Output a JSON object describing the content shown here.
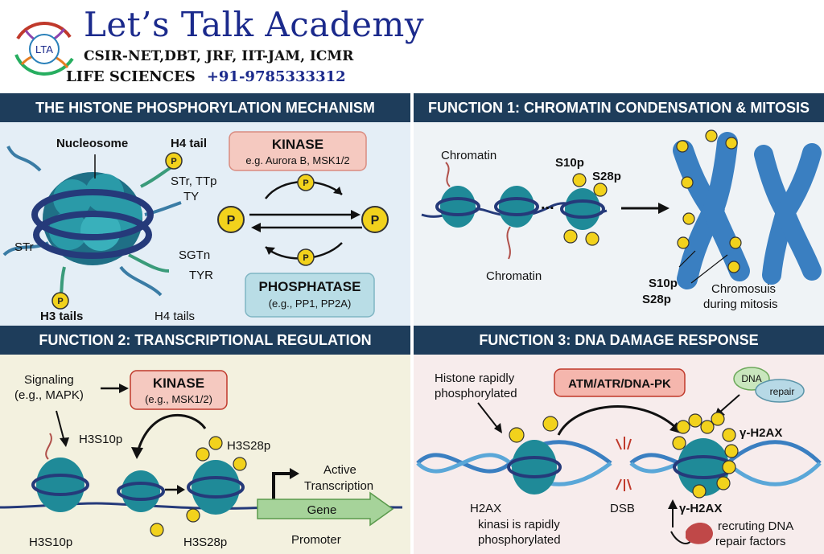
{
  "header": {
    "title": "Let’s Talk Academy",
    "subtitle": "CSIR-NET,DBT, JRF, IIT-JAM, ICMR",
    "line3": "LIFE SCIENCES",
    "phone": "+91-9785333312",
    "logo_text": "LTA"
  },
  "p1": {
    "title": "THE HISTONE PHOSPHORYLATION MECHANISM",
    "nucleosome": "Nucleosome",
    "h4_tail_top": "H4 tail",
    "str_ttp": "STr, TTp",
    "ty": "TY",
    "str": "STr",
    "sgtn": "SGTn",
    "tyr": "TYR",
    "h3_tails": "H3 tails",
    "h4_tails": "H4 tails",
    "kinase": "KINASE",
    "kinase_eg": "e.g. Aurora B, MSK1/2",
    "phosphatase": "PHOSPHATASE",
    "phosphatase_eg": "(e.g., PP1, PP2A)",
    "p": "P"
  },
  "p2": {
    "title": "FUNCTION 1: CHROMATIN CONDENSATION & MITOSIS",
    "chromatin_top": "Chromatin",
    "chromatin_bottom": "Chromatin",
    "dots": "...",
    "s10p": "S10p",
    "s28p": "S28p",
    "s10p_b": "S10p",
    "s28p_b": "S28p",
    "chromosome_1": "Chromosuis",
    "chromosome_2": "during mitosis"
  },
  "p3": {
    "title": "FUNCTION 2: TRANSCRIPTIONAL REGULATION",
    "signaling_1": "Signaling",
    "signaling_2": "(e.g., MAPK)",
    "kinase": "KINASE",
    "kinase_eg": "(e.g., MSK1/2)",
    "h3s10p_top": "H3S10p",
    "h3s28p_top": "H3S28p",
    "h3s10p_bottom": "H3S10p",
    "h3s28p_bottom": "H3S28p",
    "active_1": "Active",
    "active_2": "Transcription",
    "gene": "Gene",
    "promoter": "Promoter"
  },
  "p4": {
    "title": "FUNCTION 3: DNA DAMAGE RESPONSE",
    "histone_1": "Histone rapidly",
    "histone_2": "phosphorylated",
    "atm": "ATM/ATR/DNA-PK",
    "dna": "DNA",
    "repair": "repair",
    "gh2ax_top": "γ-H2AX",
    "gh2ax_bottom": "γ-H2AX",
    "h2ax": "H2AX",
    "dsb": "DSB",
    "kinasi_1": "kinasi is rapidly",
    "kinasi_2": "phosphorylated",
    "recruit_1": "recruting DNA",
    "recruit_2": "repair factors"
  }
}
